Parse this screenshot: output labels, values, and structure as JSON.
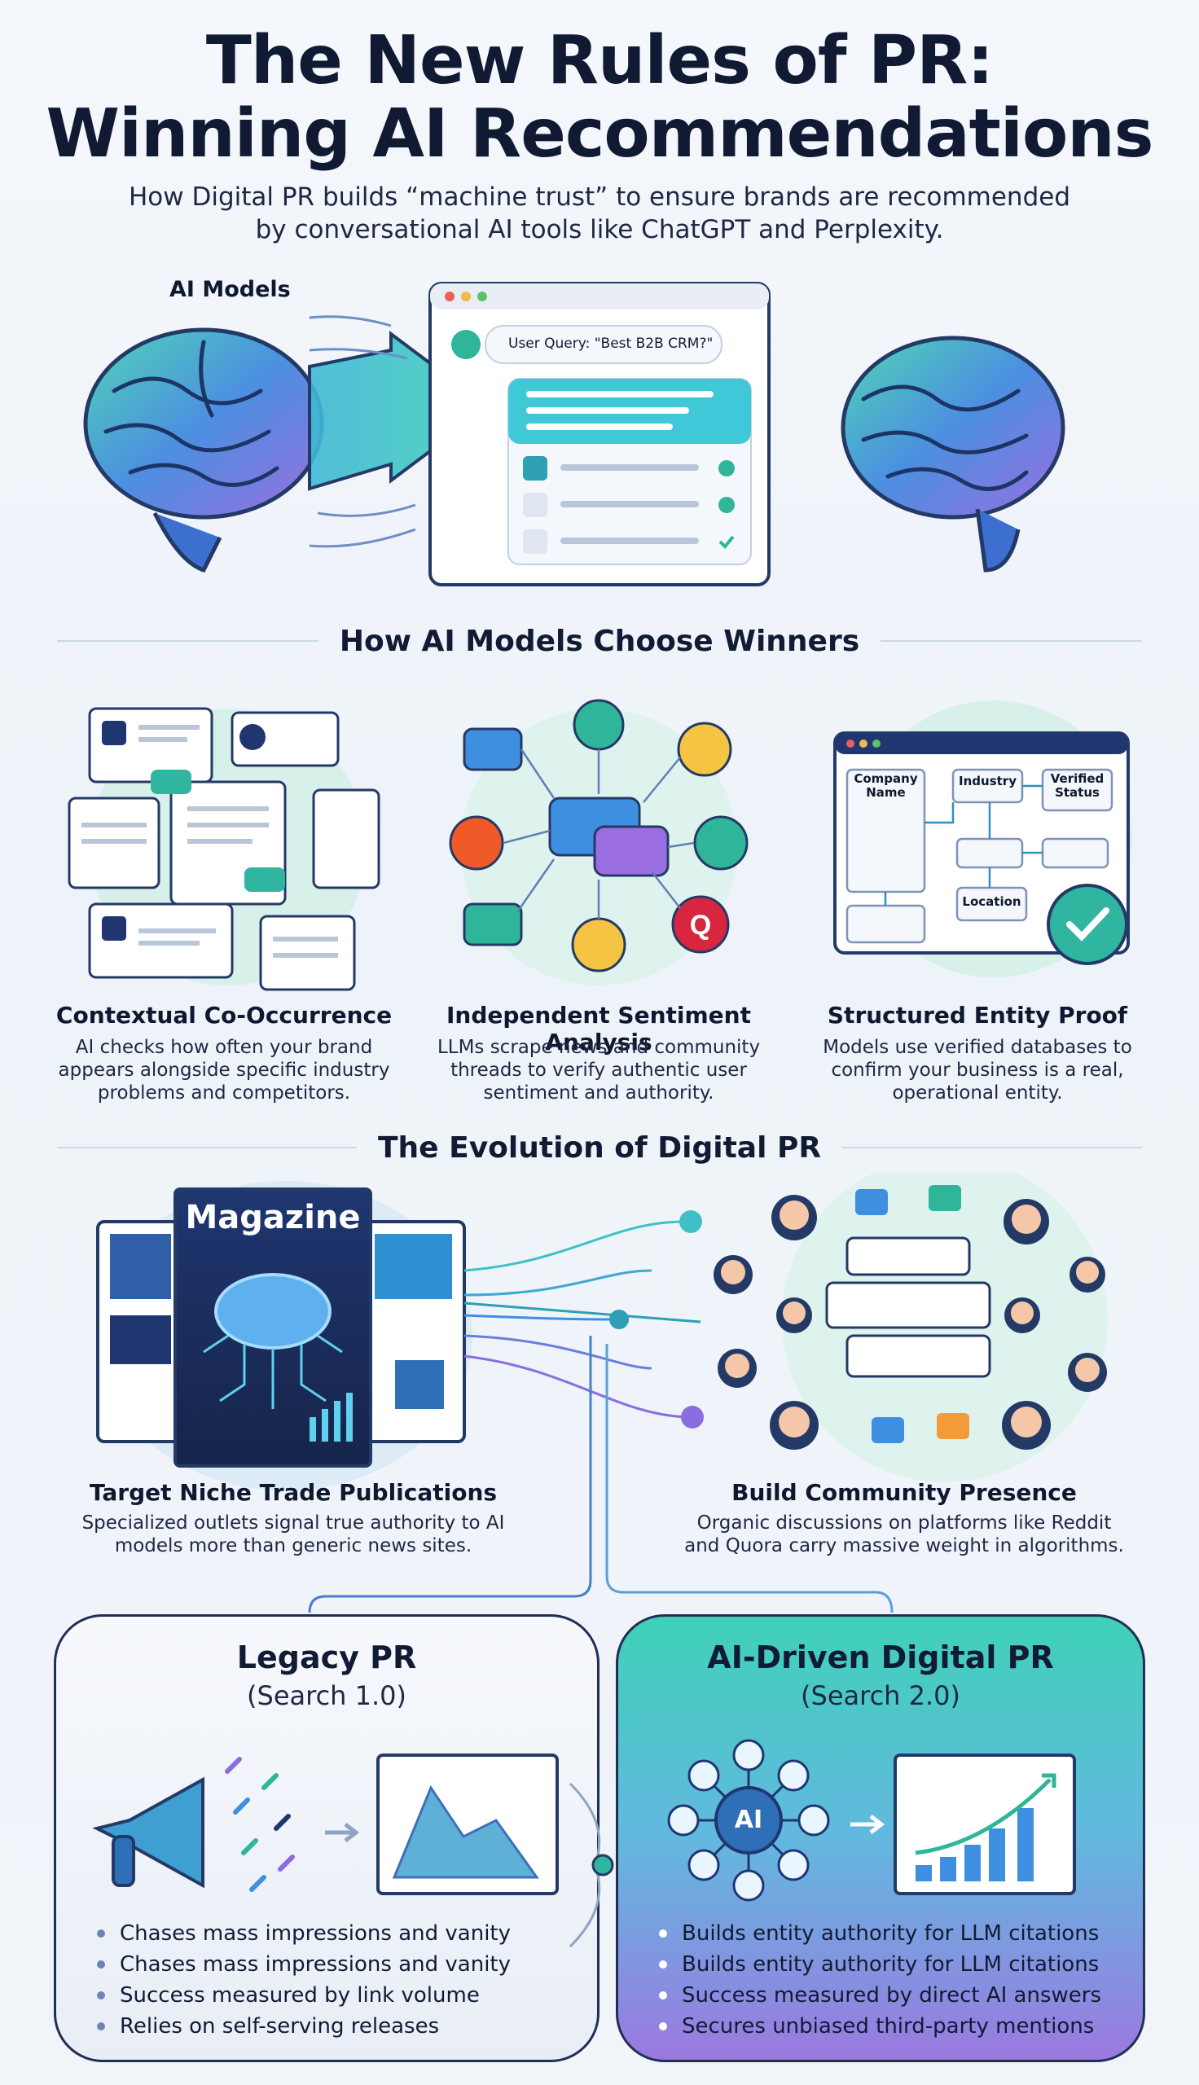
{
  "header": {
    "title_line1": "The New Rules of PR:",
    "title_line2": "Winning AI Recommendations",
    "subtitle_line1": "How Digital PR builds “machine trust” to ensure brands are recommended",
    "subtitle_line2": "by conversational AI tools like ChatGPT and Perplexity."
  },
  "hero": {
    "ai_models_label": "AI Models",
    "chat_query": "User Query: \"Best B2B CRM?\""
  },
  "section1": {
    "heading": "How AI Models Choose Winners",
    "features": [
      {
        "title": "Contextual Co-Occurrence",
        "desc_lines": [
          "AI checks how often your brand",
          "appears alongside specific industry",
          "problems and competitors."
        ]
      },
      {
        "title": "Independent Sentiment Analysis",
        "desc_lines": [
          "LLMs scrape news and community",
          "threads to verify authentic user",
          "sentiment and authority."
        ]
      },
      {
        "title": "Structured Entity Proof",
        "desc_lines": [
          "Models use verified databases to",
          "confirm your business is a real,",
          "operational entity."
        ]
      }
    ],
    "entity_fields": {
      "company": "Company Name",
      "industry": "Industry",
      "verified": "Verified Status",
      "location": "Location"
    }
  },
  "section2": {
    "heading": "The Evolution of Digital PR",
    "magazine_label": "Magazine",
    "left": {
      "title": "Target Niche Trade Publications",
      "desc_lines": [
        "Specialized outlets signal true authority to AI",
        "models more than generic news sites."
      ]
    },
    "right": {
      "title": "Build Community Presence",
      "desc_lines": [
        "Organic discussions on platforms like Reddit",
        "and Quora carry massive weight in algorithms."
      ]
    }
  },
  "legacy": {
    "title": "Legacy PR",
    "subtitle": "(Search 1.0)",
    "bullets": [
      "Chases mass impressions and vanity",
      "Chases mass impressions and vanity",
      "Success measured by link volume",
      "Relies on self-serving releases"
    ]
  },
  "ai_driven": {
    "title": "AI-Driven Digital PR",
    "subtitle": "(Search 2.0)",
    "hub_label": "AI",
    "bullets": [
      "Builds entity authority for LLM citations",
      "Builds entity authority for LLM citations",
      "Success measured by direct AI answers",
      "Secures unbiased third-party mentions"
    ]
  },
  "colors": {
    "navy": "#101a33",
    "teal": "#3fd1b8",
    "purple": "#9b79e0",
    "blue": "#4a90d9"
  }
}
